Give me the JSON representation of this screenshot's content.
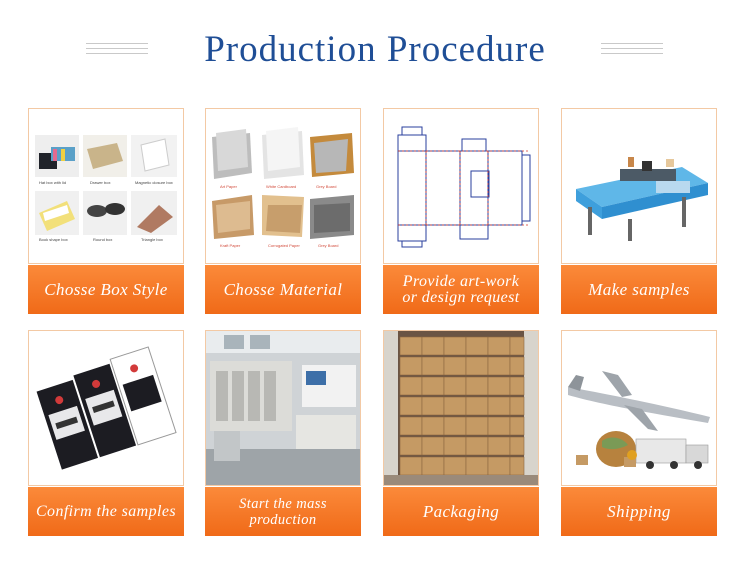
{
  "title": "Production Procedure",
  "steps": [
    {
      "label": "Chosse Box Style"
    },
    {
      "label": "Chosse Material"
    },
    {
      "label": "Provide art-work or design request"
    },
    {
      "label": "Make samples"
    },
    {
      "label": "Confirm the samples"
    },
    {
      "label": "Start the mass production"
    },
    {
      "label": "Packaging"
    },
    {
      "label": "Shipping"
    }
  ],
  "box_styles": {
    "items": [
      "Hat box with lid",
      "Drawer box",
      "Magnetic closure box",
      "Book shape box",
      "Round box",
      "Triangle box"
    ]
  },
  "colors": {
    "title": "#1f4e96",
    "label_bar": "#f27a26",
    "card_border": "#f3c9a4"
  }
}
